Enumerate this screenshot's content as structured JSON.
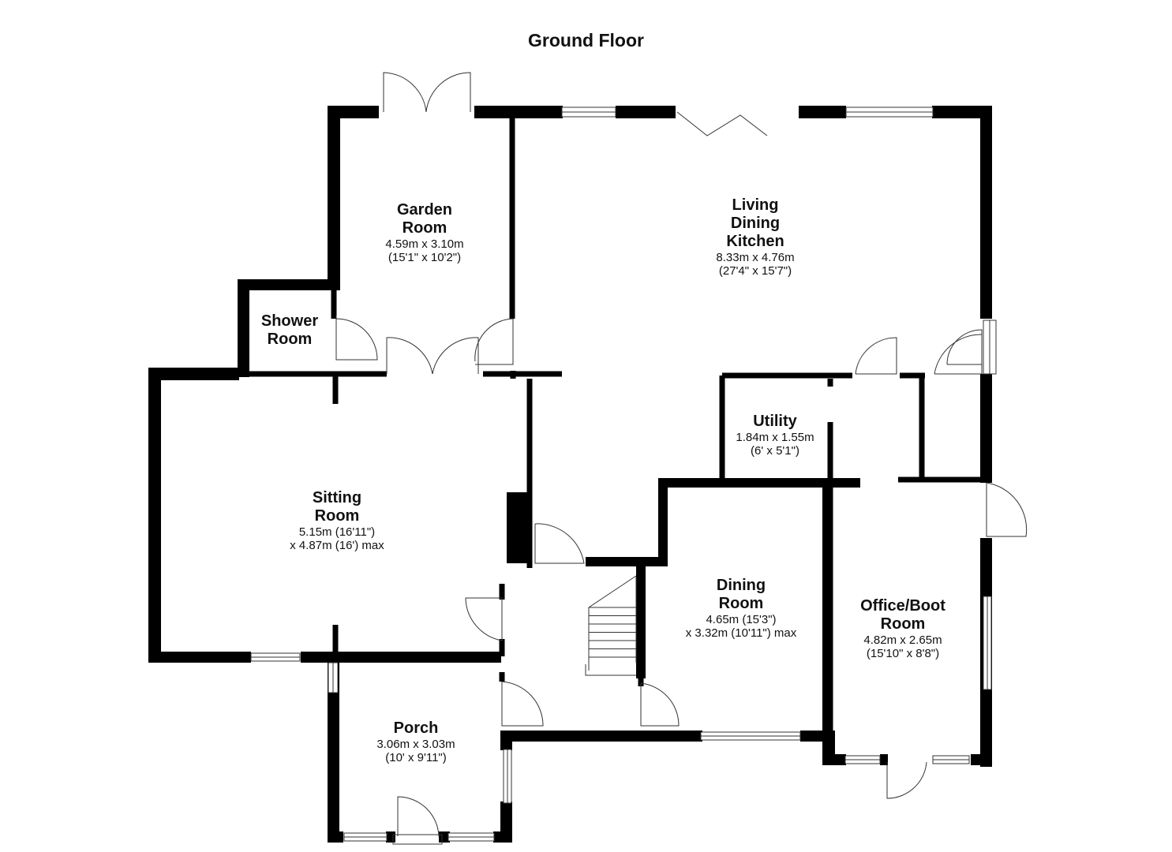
{
  "title": "Ground Floor",
  "colors": {
    "wall": "#000000",
    "fixture": "#333333",
    "background": "#ffffff"
  },
  "rooms": {
    "garden_room": {
      "name_lines": [
        "Garden",
        "Room"
      ],
      "dim1": "4.59m x 3.10m",
      "dim2": "(15'1\" x 10'2\")"
    },
    "living_dining_kitchen": {
      "name_lines": [
        "Living",
        "Dining",
        "Kitchen"
      ],
      "dim1": "8.33m x 4.76m",
      "dim2": "(27'4\" x 15'7\")"
    },
    "shower_room": {
      "name_lines": [
        "Shower",
        "Room"
      ]
    },
    "utility": {
      "name_lines": [
        "Utility"
      ],
      "dim1": "1.84m x 1.55m",
      "dim2": "(6' x 5'1\")"
    },
    "sitting_room": {
      "name_lines": [
        "Sitting",
        "Room"
      ],
      "dim1": "5.15m (16'11\")",
      "dim2": "x 4.87m (16') max"
    },
    "dining_room": {
      "name_lines": [
        "Dining",
        "Room"
      ],
      "dim1": "4.65m (15'3\")",
      "dim2": "x 3.32m (10'11\") max"
    },
    "office_boot_room": {
      "name_lines": [
        "Office/Boot",
        "Room"
      ],
      "dim1": "4.82m x 2.65m",
      "dim2": "(15'10\" x 8'8\")"
    },
    "porch": {
      "name_lines": [
        "Porch"
      ],
      "dim1": "3.06m x 3.03m",
      "dim2": "(10' x 9'11\")"
    }
  }
}
